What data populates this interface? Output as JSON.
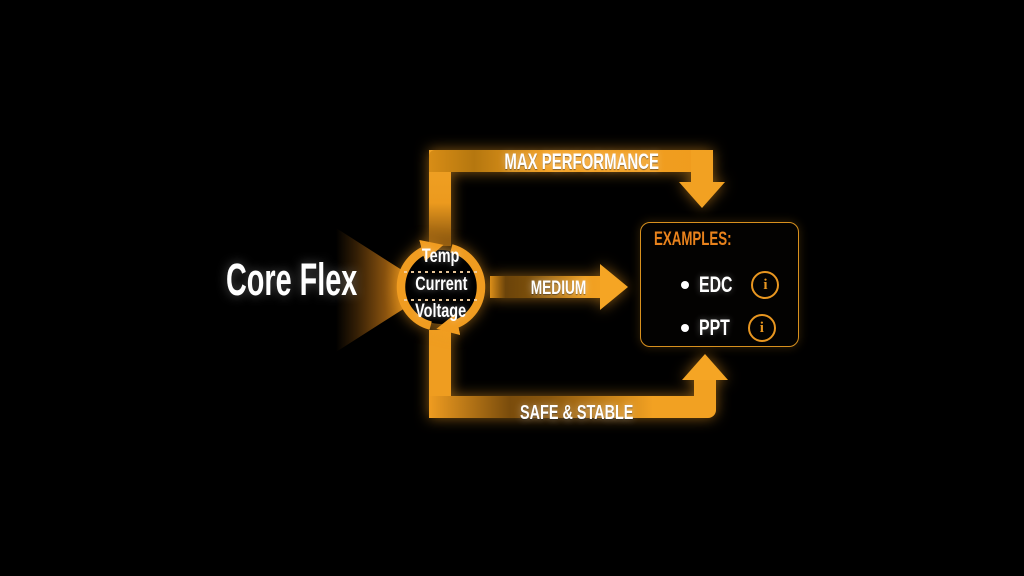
{
  "title": {
    "label": "Core Flex"
  },
  "cycle": {
    "items": [
      {
        "label": "Temp"
      },
      {
        "label": "Current"
      },
      {
        "label": "Voltage"
      }
    ]
  },
  "flows": {
    "max": "MAX PERFORMANCE",
    "medium": "MEDIUM",
    "safe": "SAFE & STABLE"
  },
  "examples": {
    "heading": "EXAMPLES:",
    "bullet": "•",
    "items": [
      {
        "label": "EDC",
        "info_icon": "i"
      },
      {
        "label": "PPT",
        "info_icon": "i"
      }
    ]
  },
  "colors": {
    "background": "#000000",
    "orange": "#F09C20",
    "orange_bright": "#F5A524",
    "orange_burnt": "#7A4C0C",
    "heading_orange": "#E8821C",
    "panel_border": "#D8901E",
    "text_white": "#FFFFFF"
  }
}
